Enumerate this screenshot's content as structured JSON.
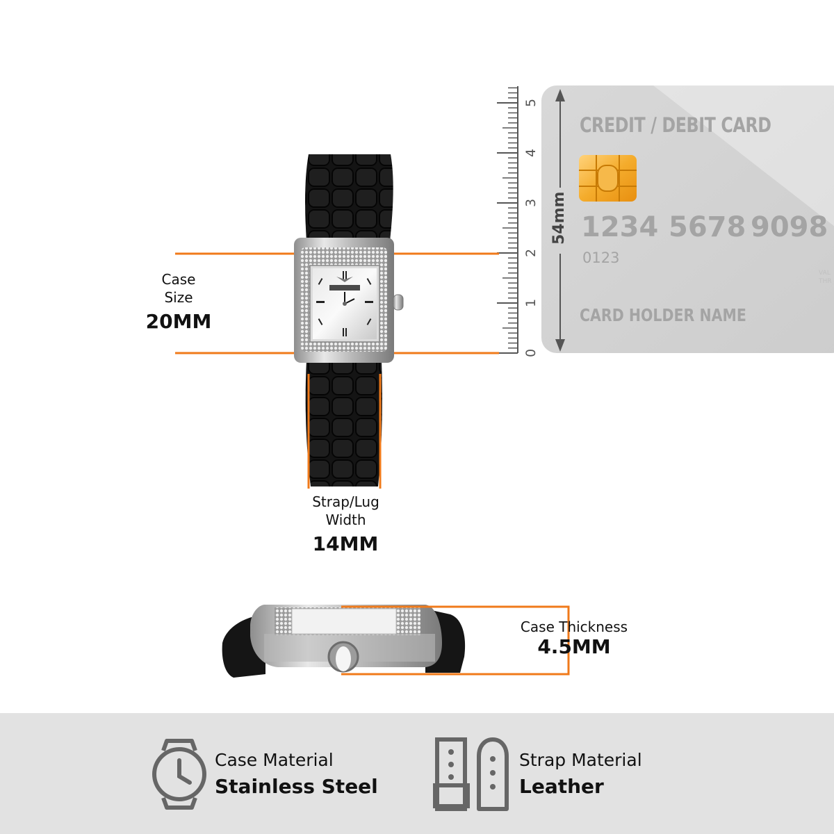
{
  "card": {
    "title": "CREDIT / DEBIT CARD",
    "number": [
      "1234",
      "5678",
      "9098"
    ],
    "sub_number": "0123",
    "holder": "CARD HOLDER NAME",
    "valid_text": [
      "VAL",
      "THR"
    ],
    "height_label": "54mm"
  },
  "ruler": {
    "ticks": [
      "0",
      "1",
      "2",
      "3",
      "4",
      "5"
    ]
  },
  "case_size": {
    "label_line1": "Case",
    "label_line2": "Size",
    "value": "20MM"
  },
  "strap_width": {
    "label_line1": "Strap/Lug",
    "label_line2": "Width",
    "value": "14MM"
  },
  "case_thickness": {
    "label": "Case Thickness",
    "value": "4.5MM"
  },
  "features": [
    {
      "icon": "watch-icon",
      "label": "Case Material",
      "value": "Stainless Steel"
    },
    {
      "icon": "strap-icon",
      "label": "Strap Material",
      "value": "Leather"
    }
  ],
  "colors": {
    "accent": "#f07a1a",
    "bottom_bar": "#e2e2e2",
    "card": "#d4d4d4",
    "card_text": "#a4a4a4"
  }
}
